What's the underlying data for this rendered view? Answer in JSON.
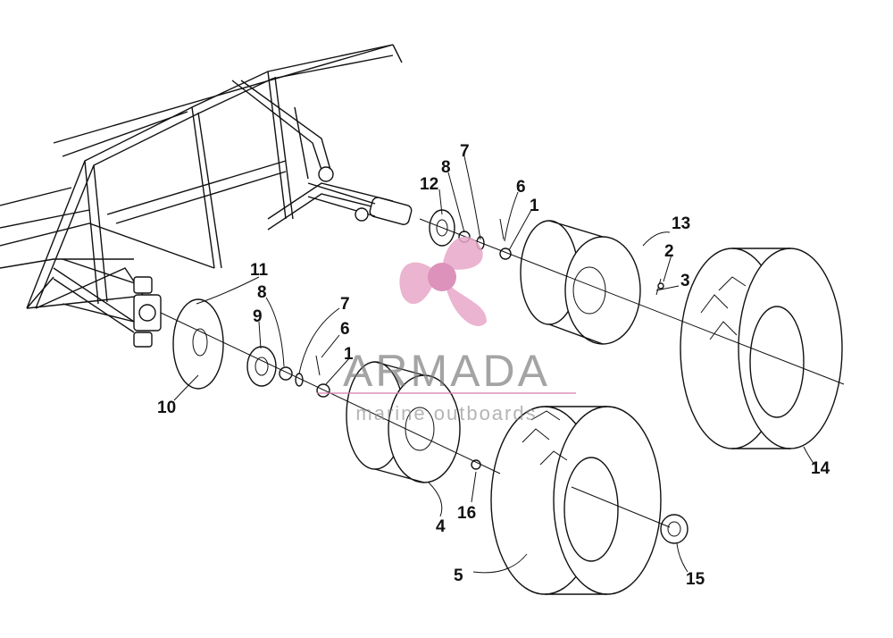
{
  "callouts": {
    "c7_top": "7",
    "c8_top": "8",
    "c12": "12",
    "c6_top": "6",
    "c1_top": "1",
    "c13": "13",
    "c2": "2",
    "c3": "3",
    "c11": "11",
    "c8_mid": "8",
    "c9": "9",
    "c7_mid": "7",
    "c6_mid": "6",
    "c1_mid": "1",
    "c10": "10",
    "c14": "14",
    "c16": "16",
    "c4": "4",
    "c5": "5",
    "c15": "15"
  },
  "watermark": {
    "brand": "ARMADA",
    "tagline": "marine outboards",
    "colors": {
      "propeller": "#e8a8c8",
      "hub": "#d77fae",
      "text": "#7a7a7a"
    }
  }
}
